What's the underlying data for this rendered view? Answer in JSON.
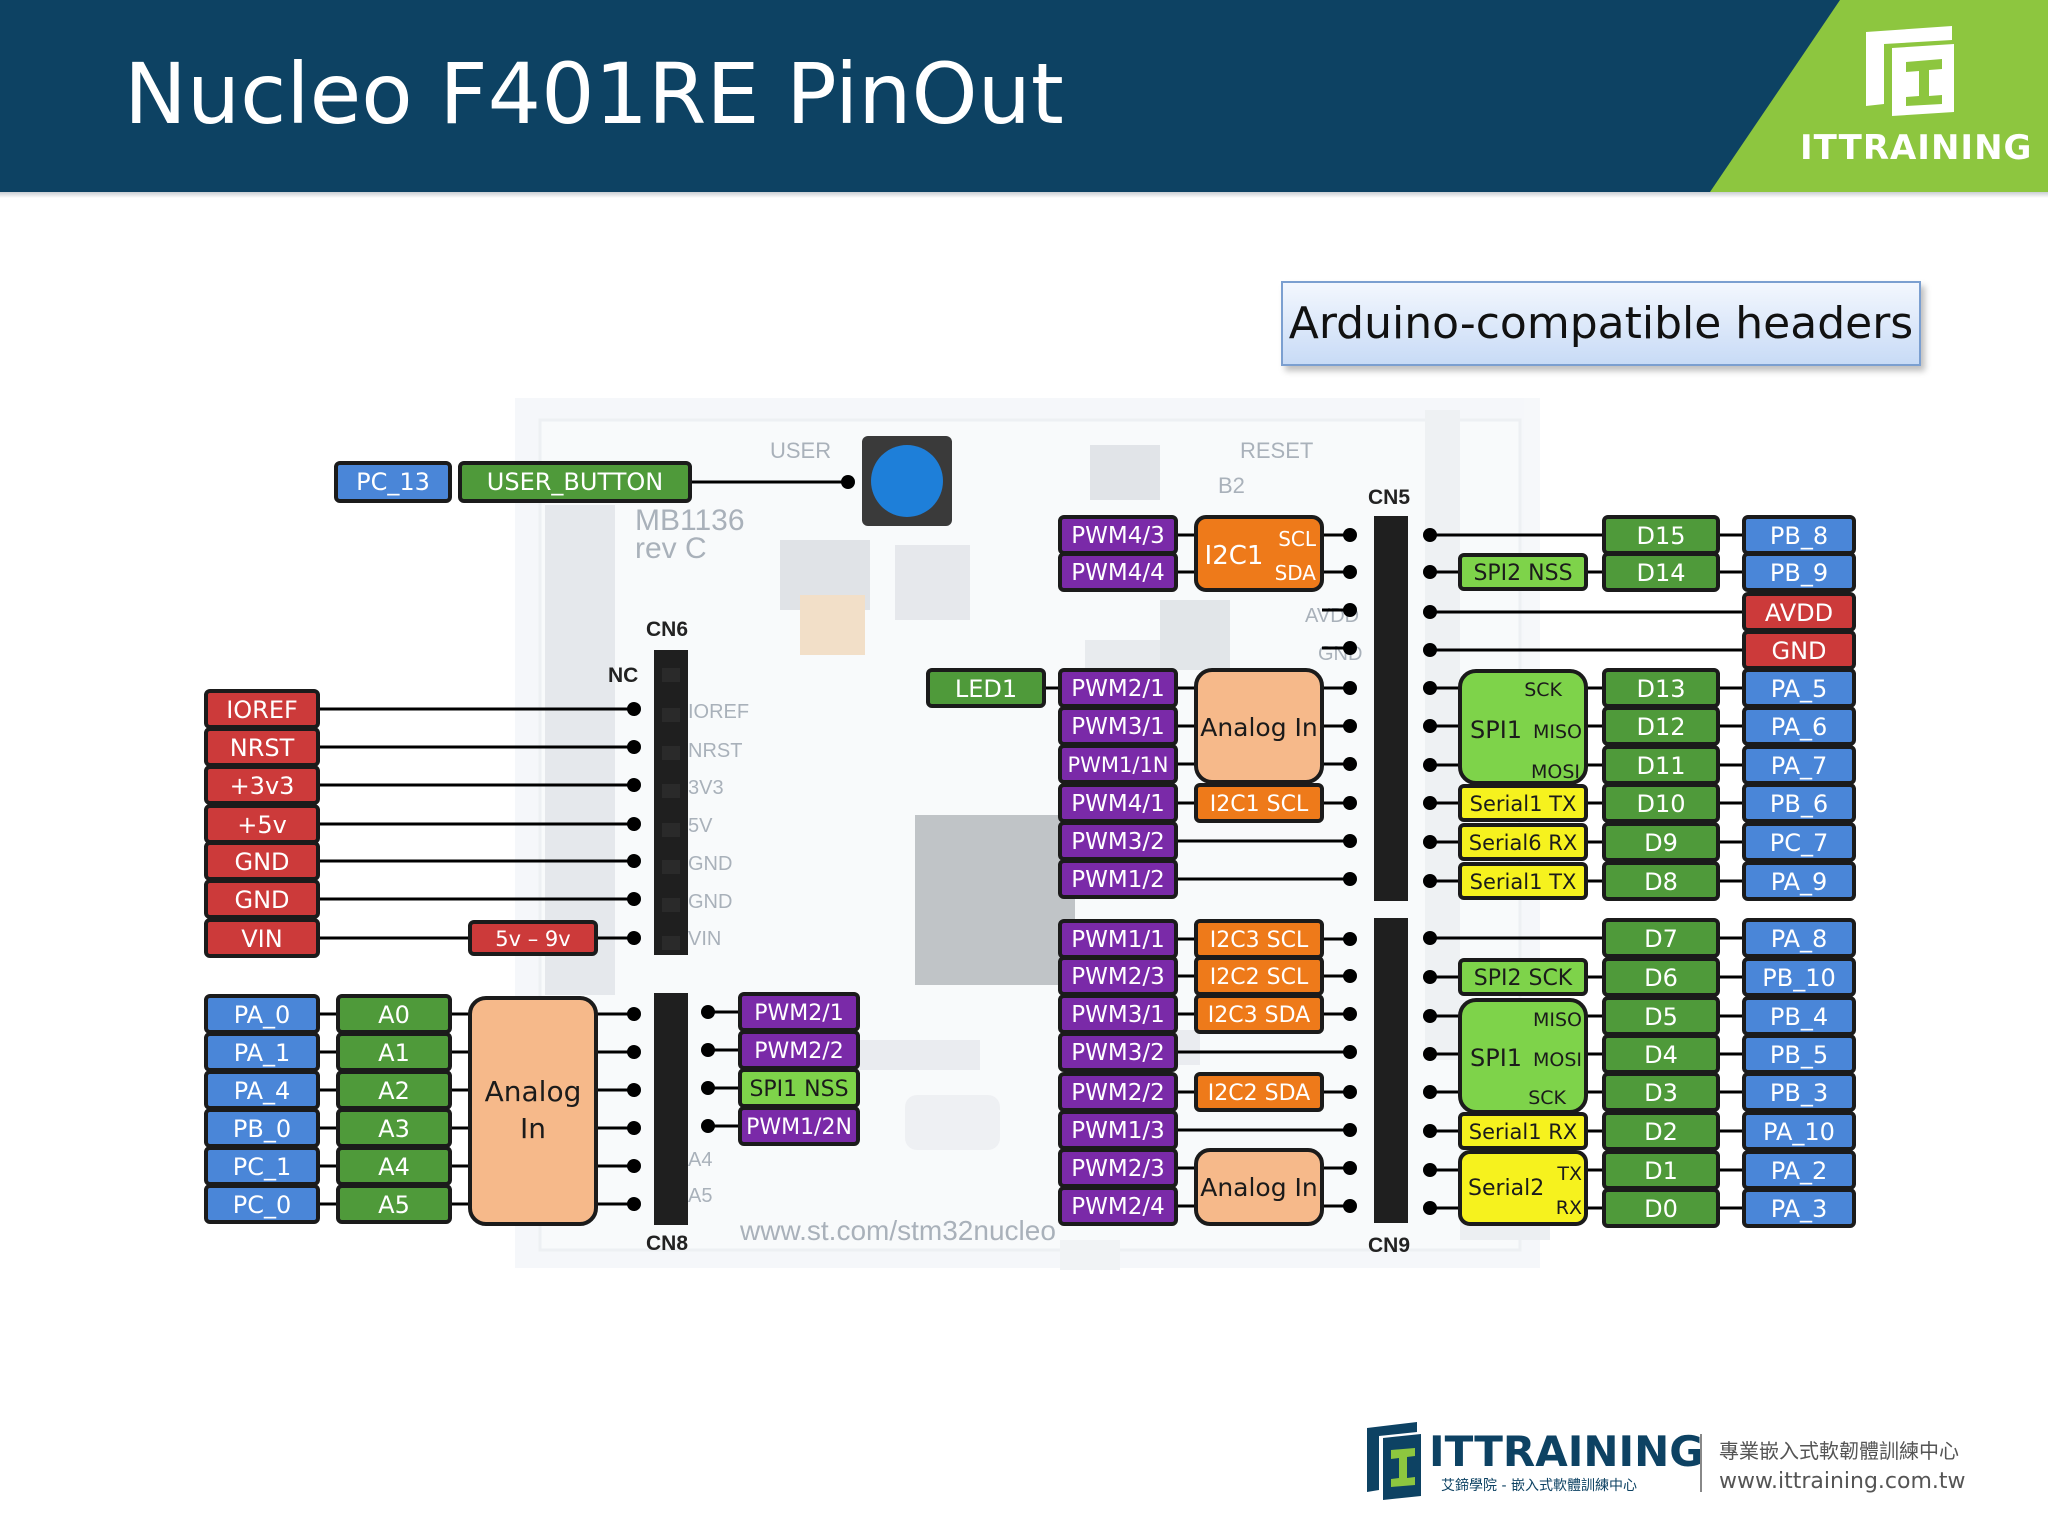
{
  "header": {
    "title": "Nucleo F401RE PinOut"
  },
  "logo": {
    "text": "ITTRAINING"
  },
  "callout": {
    "text": "Arduino-compatible headers"
  },
  "colors": {
    "header_bg": "#0d4263",
    "accent_green": "#8dc63f",
    "pin_blue": "#4a86d8",
    "arduino_green": "#4f9a3a",
    "power_red": "#cc3a3a",
    "pwm_purple": "#7a2aa8",
    "i2c_orange": "#ee7a1a",
    "analog_peach": "#f6b98a",
    "spi_green": "#7ed34a",
    "serial_yellow": "#f6f21e"
  },
  "board": {
    "headers": [
      "CN6",
      "CN8",
      "CN5",
      "CN9"
    ],
    "nc_label": "NC",
    "silk": {
      "mb": "MB1136",
      "rev": "rev  C",
      "user": "USER",
      "reset": "RESET",
      "b2": "B2",
      "ioref": "IOREF",
      "nrst": "NRST",
      "v33": "3V3",
      "v5": "5V",
      "gnd1": "GND",
      "gnd2": "GND",
      "vin": "VIN",
      "a4": "A4",
      "a5": "A5",
      "avdd": "AVDD",
      "gnd3": "GND",
      "url": "www.st.com/stm32nucleo"
    }
  },
  "user_button": {
    "pin": "PC_13",
    "label": "USER_BUTTON"
  },
  "cn6": {
    "power": [
      "IOREF",
      "NRST",
      "+3v3",
      "+5v",
      "GND",
      "GND",
      "VIN"
    ],
    "vin_range": "5v – 9v"
  },
  "cn8": {
    "pins": [
      "PA_0",
      "PA_1",
      "PA_4",
      "PB_0",
      "PC_1",
      "PC_0"
    ],
    "arduino": [
      "A0",
      "A1",
      "A2",
      "A3",
      "A4",
      "A5"
    ],
    "analog_label": [
      "Analog",
      "In"
    ],
    "functions": [
      "PWM2/1",
      "PWM2/2",
      "SPI1 NSS",
      "PWM1/2N"
    ]
  },
  "cn5": {
    "left_pwm": [
      "PWM4/3",
      "PWM4/4",
      "PWM2/1",
      "PWM3/1",
      "PWM1/1N",
      "PWM4/1",
      "PWM3/2",
      "PWM1/2"
    ],
    "i2c1": {
      "label": "I2C1",
      "scl": "SCL",
      "sda": "SDA"
    },
    "led": "LED1",
    "analog_in": "Analog In",
    "i2c1_scl": "I2C1 SCL",
    "spi2_nss": "SPI2 NSS",
    "spi1": {
      "label": "SPI1",
      "sck": "SCK",
      "miso": "MISO",
      "mosi": "MOSI"
    },
    "serial": [
      "Serial1 TX",
      "Serial6 RX",
      "Serial1 TX"
    ],
    "arduino": [
      "D15",
      "D14",
      "D13",
      "D12",
      "D11",
      "D10",
      "D9",
      "D8"
    ],
    "pins": [
      "PB_8",
      "PB_9",
      "AVDD",
      "GND",
      "PA_5",
      "PA_6",
      "PA_7",
      "PB_6",
      "PC_7",
      "PA_9"
    ]
  },
  "cn9": {
    "left_pwm": [
      "PWM1/1",
      "PWM2/3",
      "PWM3/1",
      "PWM3/2",
      "PWM2/2",
      "PWM1/3",
      "PWM2/3",
      "PWM2/4"
    ],
    "i2c": [
      "I2C3 SCL",
      "I2C2 SCL",
      "I2C3 SDA",
      "I2C2 SDA"
    ],
    "analog_in": "Analog In",
    "spi2_sck": "SPI2 SCK",
    "spi1": {
      "label": "SPI1",
      "miso": "MISO",
      "mosi": "MOSI",
      "sck": "SCK"
    },
    "serial1_rx": "Serial1 RX",
    "serial2": {
      "label": "Serial2",
      "tx": "TX",
      "rx": "RX"
    },
    "arduino": [
      "D7",
      "D6",
      "D5",
      "D4",
      "D3",
      "D2",
      "D1",
      "D0"
    ],
    "pins": [
      "PA_8",
      "PB_10",
      "PB_4",
      "PB_5",
      "PB_3",
      "PA_10",
      "PA_2",
      "PA_3"
    ]
  },
  "footer": {
    "brand": "ITTRAINING",
    "sub": "艾鍗學院 - 嵌入式軟體訓練中心",
    "cn": "專業嵌入式軟韌體訓練中心",
    "url": "www.ittraining.com.tw"
  }
}
